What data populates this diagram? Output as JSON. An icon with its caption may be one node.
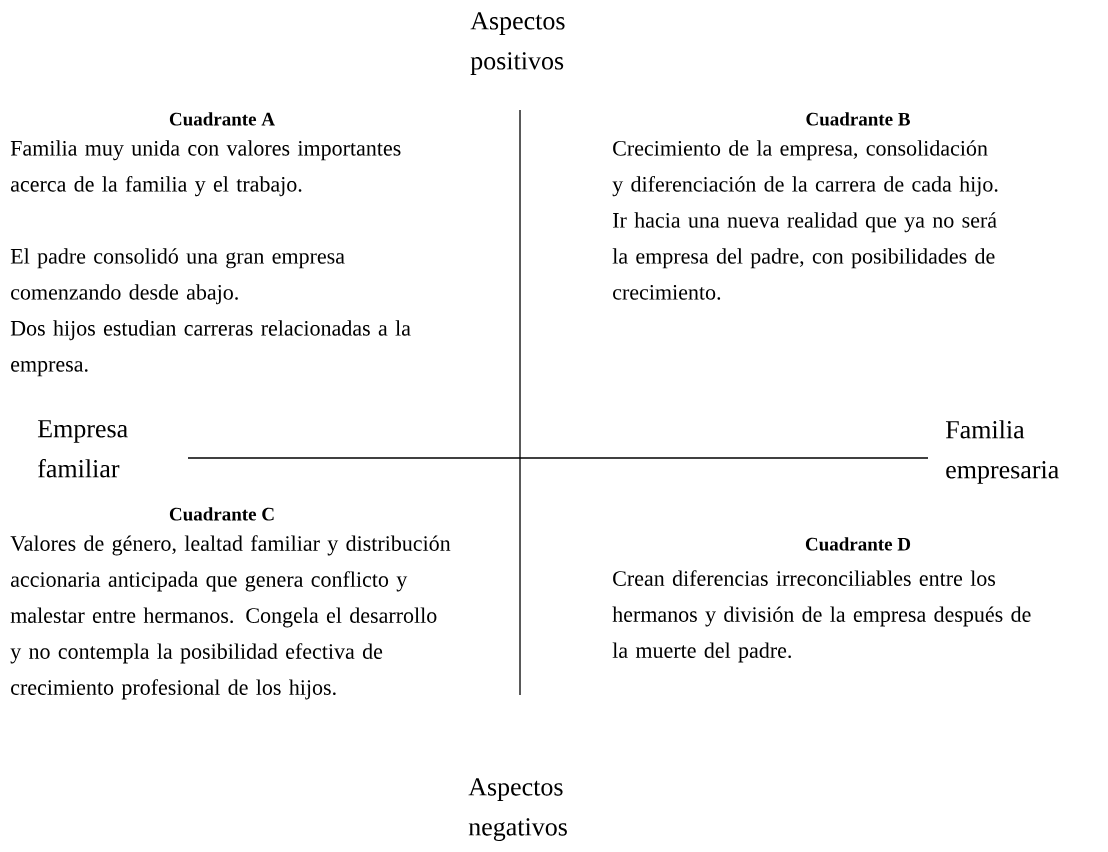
{
  "diagram": {
    "labels": [
      "Aspectos positivos",
      "Cuadrante A",
      "Familia muy unida con valores importantes acerca de la familia y el trabajo.",
      "El padre consolidó una gran empresa comenzando desde abajo.",
      "Dos hijos estudian carreras relacionadas a la empresa.",
      "Cuadrante B",
      "Crecimiento de la empresa, consolidación y diferenciación de la carrera de cada hijo. Ir hacia una nueva realidad que ya no será la empresa del padre, con posibilidades de crecimiento.",
      "Empresa familiar",
      "Familia empresaria",
      "Cuadrante C",
      "Valores de género, lealtad familiar y distribución accionaria anticipada que genera conflicto y malestar entre hermanos. Congela el desarrollo y no contempla la posibilidad efectiva de crecimiento profesional de los hijos.",
      "Cuadrante D",
      "Crean diferencias irreconciliables entre los hermanos y división de la empresa después de la muerte del padre.",
      "Aspectos negativos"
    ]
  }
}
